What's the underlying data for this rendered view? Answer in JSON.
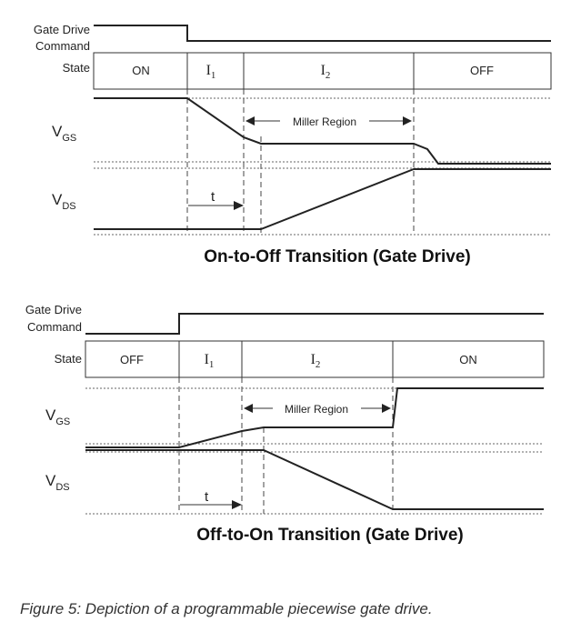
{
  "top_diagram": {
    "gate_drive_label": "Gate Drive",
    "command_label": "Command",
    "state_label": "State",
    "states": [
      "ON",
      "I",
      "I",
      "OFF"
    ],
    "state_subscripts": [
      "",
      "1",
      "2",
      ""
    ],
    "vgs_main": "V",
    "vgs_sub": "GS",
    "vds_main": "V",
    "vds_sub": "DS",
    "miller_label": "Miller Region",
    "t_label": "t",
    "title": "On-to-Off Transition (Gate Drive)"
  },
  "bottom_diagram": {
    "gate_drive_label": "Gate Drive",
    "command_label": "Command",
    "state_label": "State",
    "states": [
      "OFF",
      "I",
      "I",
      "ON"
    ],
    "state_subscripts": [
      "",
      "1",
      "2",
      ""
    ],
    "vgs_main": "V",
    "vgs_sub": "GS",
    "vds_main": "V",
    "vds_sub": "DS",
    "miller_label": "Miller Region",
    "t_label": "t",
    "title": "Off-to-On Transition (Gate Drive)"
  },
  "caption": "Figure 5: Depiction of a programmable piecewise gate drive."
}
